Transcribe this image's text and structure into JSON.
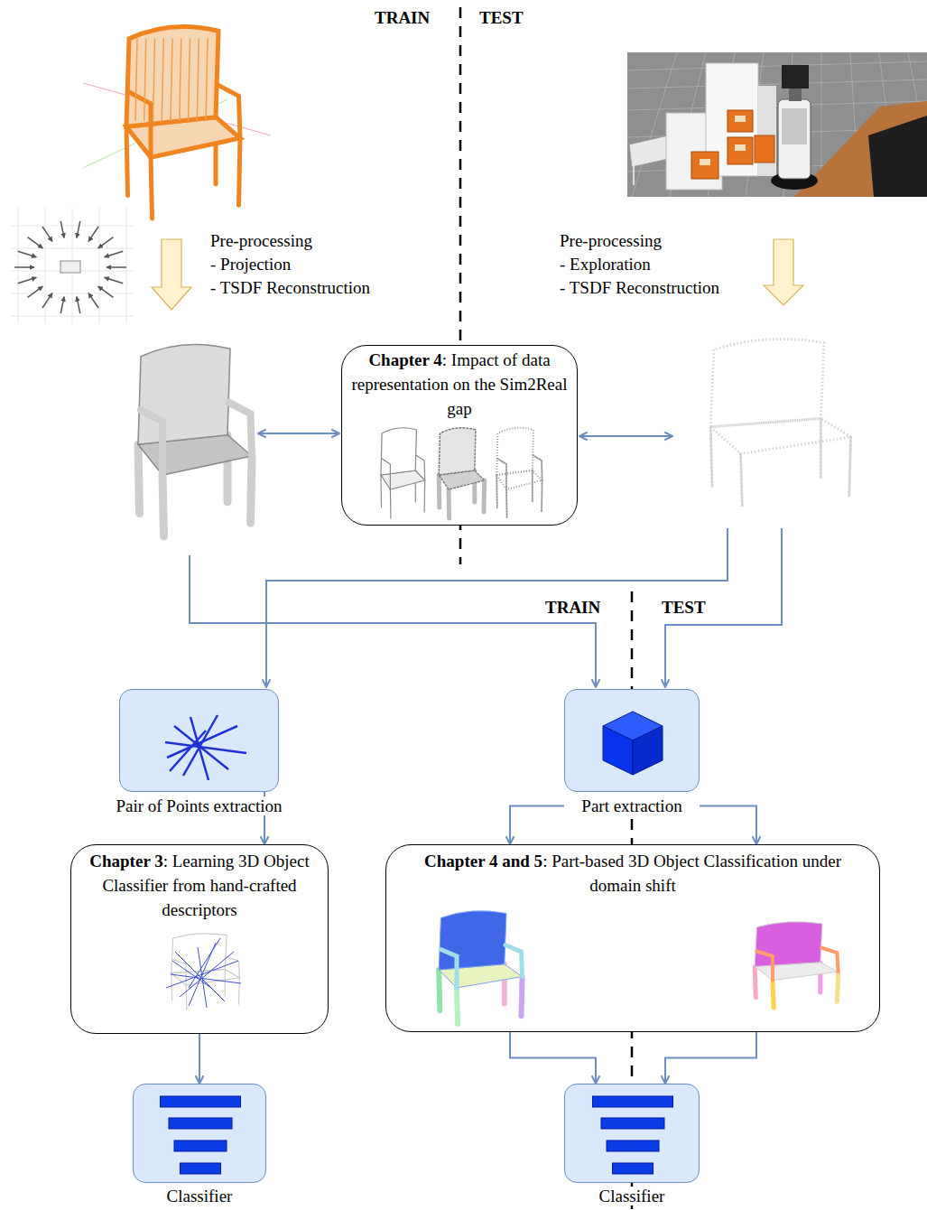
{
  "diagram": {
    "nodes": [
      {
        "text": [
          "Chapter 4",
          ": Impact of data representation on the Sim2Real gap"
        ]
      },
      {
        "text": [
          "Pair of Points extraction"
        ]
      },
      {
        "text": [
          "Part extraction"
        ]
      },
      {
        "text": [
          "Chapter 3",
          ": Learning 3D Object Classifier from hand-crafted descriptors"
        ]
      },
      {
        "text": [
          "Chapter 4 and 5",
          ": Part-based 3D Object Classification under domain shift"
        ]
      },
      {
        "text": [
          "Classifier"
        ]
      },
      {
        "text": [
          "Classifier"
        ]
      }
    ],
    "edges": [
      {
        "from": 1,
        "to": 3,
        "arrow": "to"
      },
      {
        "from": 3,
        "to": 5,
        "arrow": "to"
      },
      {
        "from": 2,
        "to": 4,
        "arrow": "to"
      },
      {
        "from": 2,
        "to": 4,
        "arrow": "to"
      },
      {
        "from": 4,
        "to": 6,
        "arrow": "to"
      },
      {
        "from": 4,
        "to": 6,
        "arrow": "to"
      }
    ],
    "labels": [
      "TRAIN",
      "TEST",
      "Pre-processing",
      "- Projection",
      "- TSDF Reconstruction",
      "Pre-processing",
      "- Exploration",
      "- TSDF Reconstruction",
      "TRAIN",
      "TEST"
    ]
  }
}
